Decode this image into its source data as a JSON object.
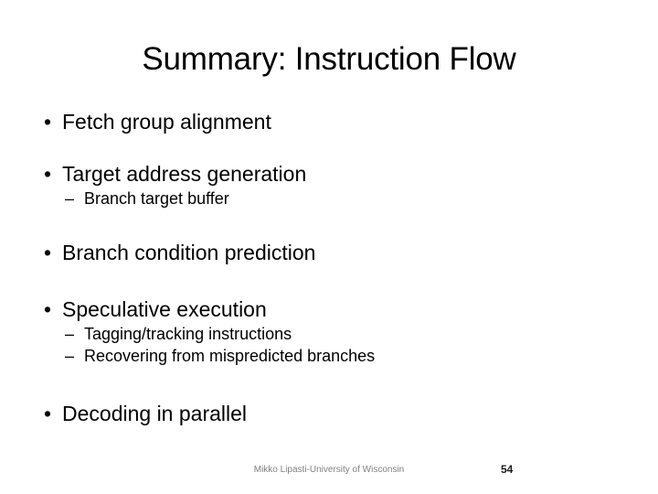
{
  "slide": {
    "title": "Summary: Instruction Flow",
    "background_color": "#FFFFFF",
    "text_color": "#000000",
    "footer_color": "#808080",
    "bullets": [
      {
        "level": 1,
        "marker": "•",
        "text": "Fetch group alignment"
      },
      {
        "level": 1,
        "marker": "•",
        "text": "Target address generation"
      },
      {
        "level": 2,
        "marker": "–",
        "text": "Branch target buffer"
      },
      {
        "level": 1,
        "marker": "•",
        "text": "Branch condition prediction"
      },
      {
        "level": 1,
        "marker": "•",
        "text": "Speculative execution"
      },
      {
        "level": 2,
        "marker": "–",
        "text": "Tagging/tracking instructions"
      },
      {
        "level": 2,
        "marker": "–",
        "text": "Recovering from mispredicted branches"
      },
      {
        "level": 1,
        "marker": "•",
        "text": "Decoding in parallel"
      }
    ],
    "footer": {
      "attribution": "Mikko Lipasti-University of Wisconsin",
      "page_number": "54"
    }
  }
}
